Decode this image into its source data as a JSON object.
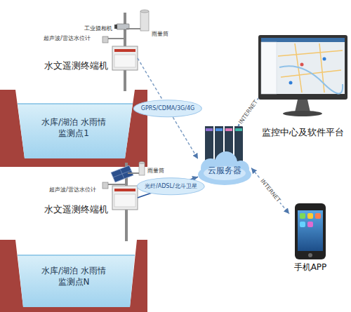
{
  "diagram": {
    "nodes": [
      {
        "text": [
          "水文遥测终端机"
        ]
      },
      {
        "text": [
          "监控中心及软件平台"
        ]
      },
      {
        "text": [
          "水库/湖泊 水雨情监测点1"
        ]
      },
      {
        "text": [
          "云服务器"
        ]
      },
      {
        "text": [
          "水文遥测终端机"
        ]
      },
      {
        "text": [
          "手机APP"
        ]
      },
      {
        "text": [
          "水库/湖泊 水雨情监测点N"
        ]
      }
    ],
    "edges": [
      {
        "from": 0,
        "to": 3,
        "label": "GPRS/CDMA/3G/4G",
        "arrow": "to"
      },
      {
        "from": 4,
        "to": 3,
        "label": "光纤/ADSL/北斗卫星",
        "arrow": "to"
      },
      {
        "from": 3,
        "to": 1,
        "label": "INTERNET",
        "arrow": "both"
      },
      {
        "from": 3,
        "to": 5,
        "label": "INTERNET",
        "arrow": "both"
      }
    ],
    "labels": [
      "工业摄相机",
      "超声波/雷达水位计",
      "雨量筒",
      "超声波/雷达水位计",
      "雨量筒"
    ]
  }
}
